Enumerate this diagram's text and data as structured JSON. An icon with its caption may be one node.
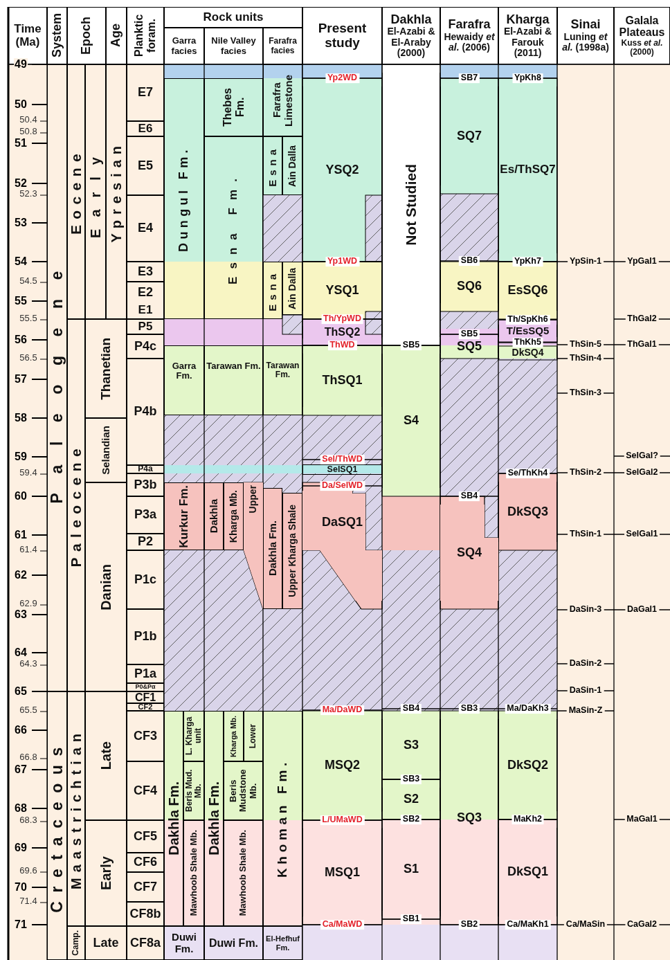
{
  "diagram": {
    "nodes": [
      {
        "text": [
          "Time (Ma)"
        ]
      },
      {
        "text": [
          "System"
        ]
      },
      {
        "text": [
          "Epoch"
        ]
      },
      {
        "text": [
          "Age"
        ]
      },
      {
        "text": [
          "Planktic foram."
        ]
      },
      {
        "text": [
          "Rock units"
        ]
      },
      {
        "text": [
          "Garra facies"
        ]
      },
      {
        "text": [
          "Nile Valley facies"
        ]
      },
      {
        "text": [
          "Farafra facies"
        ]
      },
      {
        "text": [
          "Present study"
        ]
      },
      {
        "text": [
          "Dakhla",
          "El-Azabi & El-Araby (2000)"
        ]
      },
      {
        "text": [
          "Farafra",
          "Hewaidy *et al.* (2006)"
        ]
      },
      {
        "text": [
          "Kharga",
          "El-Azabi & Farouk (2011)"
        ]
      },
      {
        "text": [
          "Sinai",
          "Luning *et al.* (1998a)"
        ]
      },
      {
        "text": [
          "Galala Plateaus",
          "Kuss *et al.* (2000)"
        ]
      },
      {
        "text": [
          "Paleogene"
        ]
      },
      {
        "text": [
          "Cretaceous"
        ]
      },
      {
        "text": [
          "Eocene"
        ]
      },
      {
        "text": [
          "Early"
        ]
      },
      {
        "text": [
          "Ypresian"
        ]
      },
      {
        "text": [
          "Paleocene"
        ]
      },
      {
        "text": [
          "Thanetian"
        ]
      },
      {
        "text": [
          "Selandian"
        ]
      },
      {
        "text": [
          "Danian"
        ]
      },
      {
        "text": [
          "Maastrichtian"
        ]
      },
      {
        "text": [
          "Late"
        ]
      },
      {
        "text": [
          "Early"
        ]
      },
      {
        "text": [
          "Camp."
        ]
      },
      {
        "text": [
          "Late"
        ]
      },
      {
        "text": [
          "E7"
        ]
      },
      {
        "text": [
          "E6"
        ]
      },
      {
        "text": [
          "E5"
        ]
      },
      {
        "text": [
          "E4"
        ]
      },
      {
        "text": [
          "E3"
        ]
      },
      {
        "text": [
          "E2"
        ]
      },
      {
        "text": [
          "E1"
        ]
      },
      {
        "text": [
          "P5"
        ]
      },
      {
        "text": [
          "P4c"
        ]
      },
      {
        "text": [
          "P4b"
        ]
      },
      {
        "text": [
          "P4a"
        ]
      },
      {
        "text": [
          "P3b"
        ]
      },
      {
        "text": [
          "P3a"
        ]
      },
      {
        "text": [
          "P2"
        ]
      },
      {
        "text": [
          "P1c"
        ]
      },
      {
        "text": [
          "P1b"
        ]
      },
      {
        "text": [
          "P1a"
        ]
      },
      {
        "text": [
          "P0&Pα"
        ]
      },
      {
        "text": [
          "CF1"
        ]
      },
      {
        "text": [
          "CF2"
        ]
      },
      {
        "text": [
          "CF3"
        ]
      },
      {
        "text": [
          "CF4"
        ]
      },
      {
        "text": [
          "CF5"
        ]
      },
      {
        "text": [
          "CF6"
        ]
      },
      {
        "text": [
          "CF7"
        ]
      },
      {
        "text": [
          "CF8b"
        ]
      },
      {
        "text": [
          "CF8a"
        ]
      },
      {
        "text": [
          "Dungul Fm."
        ]
      },
      {
        "text": [
          "Thebes Fm."
        ]
      },
      {
        "text": [
          "Esna Fm."
        ]
      },
      {
        "text": [
          "Farafra Limestone"
        ]
      },
      {
        "text": [
          "Esna"
        ]
      },
      {
        "text": [
          "Ain Dalla"
        ]
      },
      {
        "text": [
          "Esna"
        ]
      },
      {
        "text": [
          "Ain Dalla"
        ]
      },
      {
        "text": [
          "Garra Fm."
        ]
      },
      {
        "text": [
          "Tarawan Fm."
        ]
      },
      {
        "text": [
          "Tarawan Fm."
        ]
      },
      {
        "text": [
          "Kurkur Fm."
        ]
      },
      {
        "text": [
          "Dakhla"
        ]
      },
      {
        "text": [
          "Kharga Mb."
        ]
      },
      {
        "text": [
          "Upper"
        ]
      },
      {
        "text": [
          "Dakhla Fm."
        ]
      },
      {
        "text": [
          "Upper Kharga Shale"
        ]
      },
      {
        "text": [
          "Dakhla Fm."
        ]
      },
      {
        "text": [
          "L. Kharga unit"
        ]
      },
      {
        "text": [
          "Beris Mud. Mb."
        ]
      },
      {
        "text": [
          "Mawhoob Shale Mb."
        ]
      },
      {
        "text": [
          "Dakhla Fm."
        ]
      },
      {
        "text": [
          "Kharga Mb."
        ]
      },
      {
        "text": [
          "Lower"
        ]
      },
      {
        "text": [
          "Beris Mudstone Mb."
        ]
      },
      {
        "text": [
          "Mawhoob Shale Mb."
        ]
      },
      {
        "text": [
          "Khoman Fm."
        ]
      },
      {
        "text": [
          "Duwi Fm."
        ]
      },
      {
        "text": [
          "Duwi Fm."
        ]
      },
      {
        "text": [
          "El-Hefhuf Fm."
        ]
      },
      {
        "text": [
          "YSQ2"
        ]
      },
      {
        "text": [
          "YSQ1"
        ]
      },
      {
        "text": [
          "ThSQ2"
        ]
      },
      {
        "text": [
          "ThSQ1"
        ]
      },
      {
        "text": [
          "SelSQ1"
        ]
      },
      {
        "text": [
          "DaSQ1"
        ]
      },
      {
        "text": [
          "MSQ2"
        ]
      },
      {
        "text": [
          "MSQ1"
        ]
      },
      {
        "text": [
          "Not Studied"
        ]
      },
      {
        "text": [
          "S4"
        ]
      },
      {
        "text": [
          "S3"
        ]
      },
      {
        "text": [
          "S2"
        ]
      },
      {
        "text": [
          "S1"
        ]
      },
      {
        "text": [
          "SQ7"
        ]
      },
      {
        "text": [
          "SQ6"
        ]
      },
      {
        "text": [
          "SQ5"
        ]
      },
      {
        "text": [
          "SQ4"
        ]
      },
      {
        "text": [
          "SQ3"
        ]
      },
      {
        "text": [
          "Es/ThSQ7"
        ]
      },
      {
        "text": [
          "EsSQ6"
        ]
      },
      {
        "text": [
          "T/EsSQ5"
        ]
      },
      {
        "text": [
          "DkSQ4"
        ]
      },
      {
        "text": [
          "DkSQ3"
        ]
      },
      {
        "text": [
          "DkSQ2"
        ]
      },
      {
        "text": [
          "DkSQ1"
        ]
      }
    ],
    "labels": [
      "49",
      "50",
      "50.4",
      "50.8",
      "51",
      "52",
      "52.3",
      "53",
      "54",
      "54.5",
      "55",
      "55.5",
      "56",
      "56.5",
      "57",
      "58",
      "59",
      "59.4",
      "60",
      "61",
      "61.4",
      "62",
      "62.9",
      "63",
      "64",
      "64.3",
      "65",
      "65.5",
      "66",
      "66.8",
      "67",
      "68",
      "68.3",
      "69",
      "69.6",
      "70",
      "71.4",
      "71",
      "Yp2WD",
      "SB7",
      "YpKh8",
      "Yp1WD",
      "SB6",
      "YpKh7",
      "YpSin-1",
      "YpGal1",
      "Th/YpWD",
      "Th/SpKh6",
      "ThGal2",
      "SB5",
      "ThWD",
      "SB5",
      "ThKh5",
      "ThSin-5",
      "ThGal1",
      "ThSin-4",
      "ThSin-3",
      "SelGal?",
      "Sel/ThWD",
      "Se/ThKh4",
      "ThSin-2",
      "SelGal2",
      "Da/SelWD",
      "SB4",
      "ThSin-1",
      "SelGal1",
      "DaSin-3",
      "DaGal1",
      "DaSin-2",
      "DaSin-1",
      "Ma/DaWD",
      "SB4",
      "SB3",
      "Ma/DaKh3",
      "MaSin-Z",
      "SB3",
      "L/UMaWD",
      "SB2",
      "MaKh2",
      "MaGal1",
      "SB1",
      "Ca/MaWD",
      "SB2",
      "Ca/MaKh1",
      "Ca/MaSin",
      "CaGal2"
    ]
  }
}
